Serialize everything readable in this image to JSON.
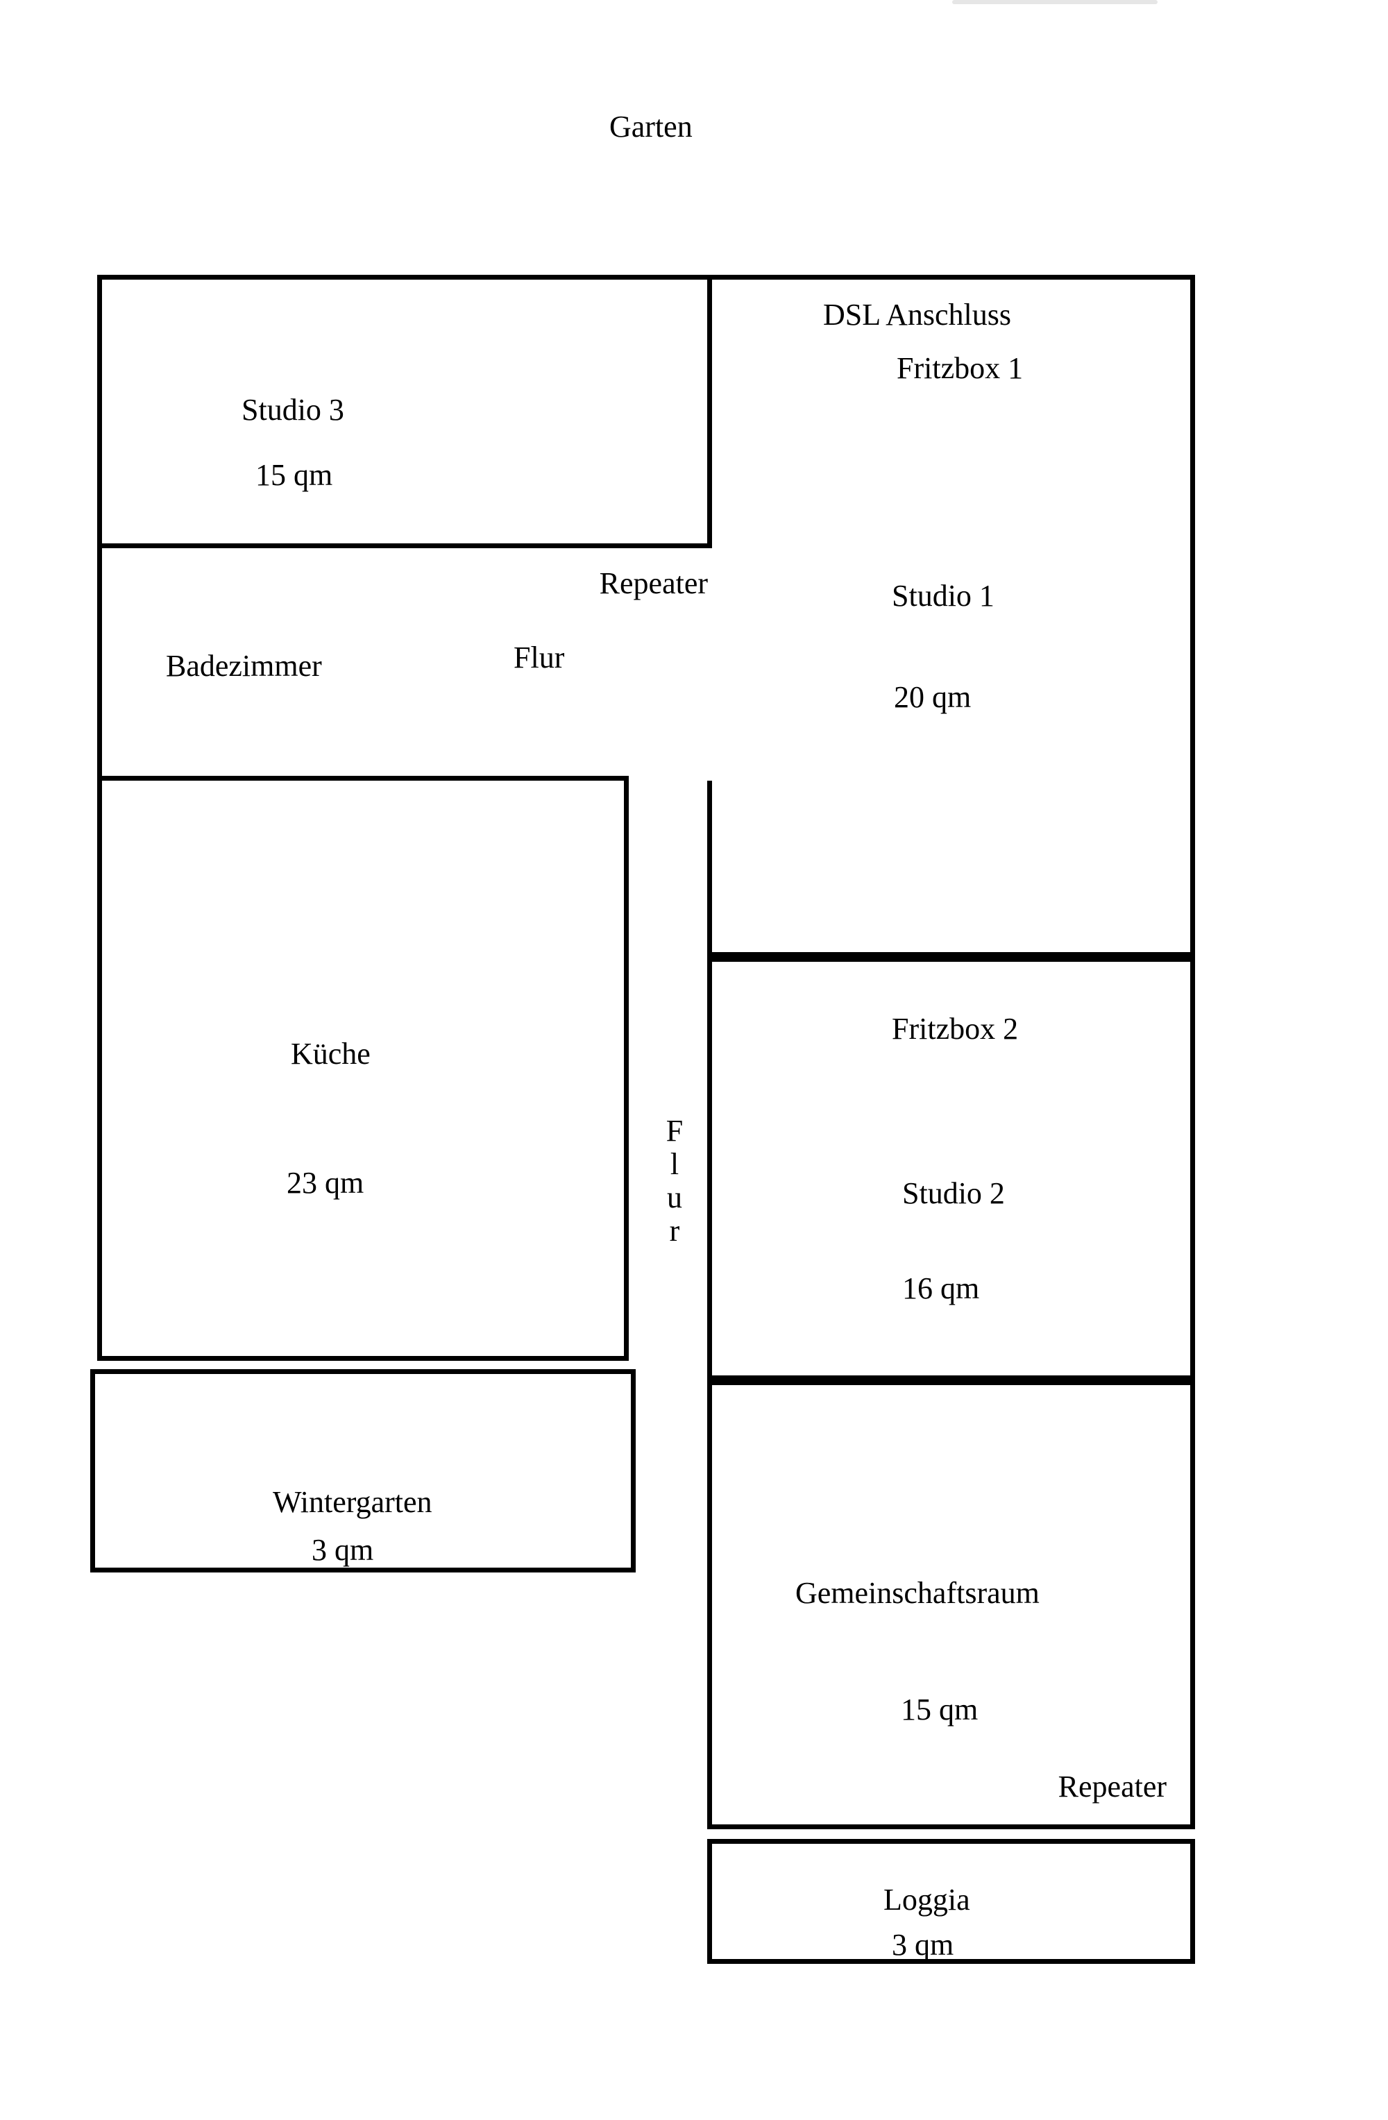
{
  "title_label": "Garten",
  "colors": {
    "line": "#000000",
    "background": "#ffffff",
    "top_artifact_bar": "#e6e6e6"
  },
  "rooms": {
    "studio3": {
      "name": "Studio 3",
      "area": "15 qm"
    },
    "studio1": {
      "dsl_label": "DSL Anschluss",
      "fritzbox_label": "Fritzbox 1",
      "name": "Studio 1",
      "area": "20 qm"
    },
    "badezimmer": {
      "name": "Badezimmer"
    },
    "flur_oben": {
      "repeater_label": "Repeater",
      "name": "Flur"
    },
    "kueche": {
      "name": "Küche",
      "area": "23 qm"
    },
    "flur_korridor": {
      "name_vertical": "F\nl\nu\nr"
    },
    "studio2": {
      "fritzbox_label": "Fritzbox 2",
      "name": "Studio 2",
      "area": "16 qm"
    },
    "gemeinschaftsraum": {
      "name": "Gemeinschaftsraum",
      "area": "15 qm",
      "repeater_label": "Repeater"
    },
    "wintergarten": {
      "name": "Wintergarten",
      "area": "3 qm"
    },
    "loggia": {
      "name": "Loggia",
      "area": "3 qm"
    }
  }
}
